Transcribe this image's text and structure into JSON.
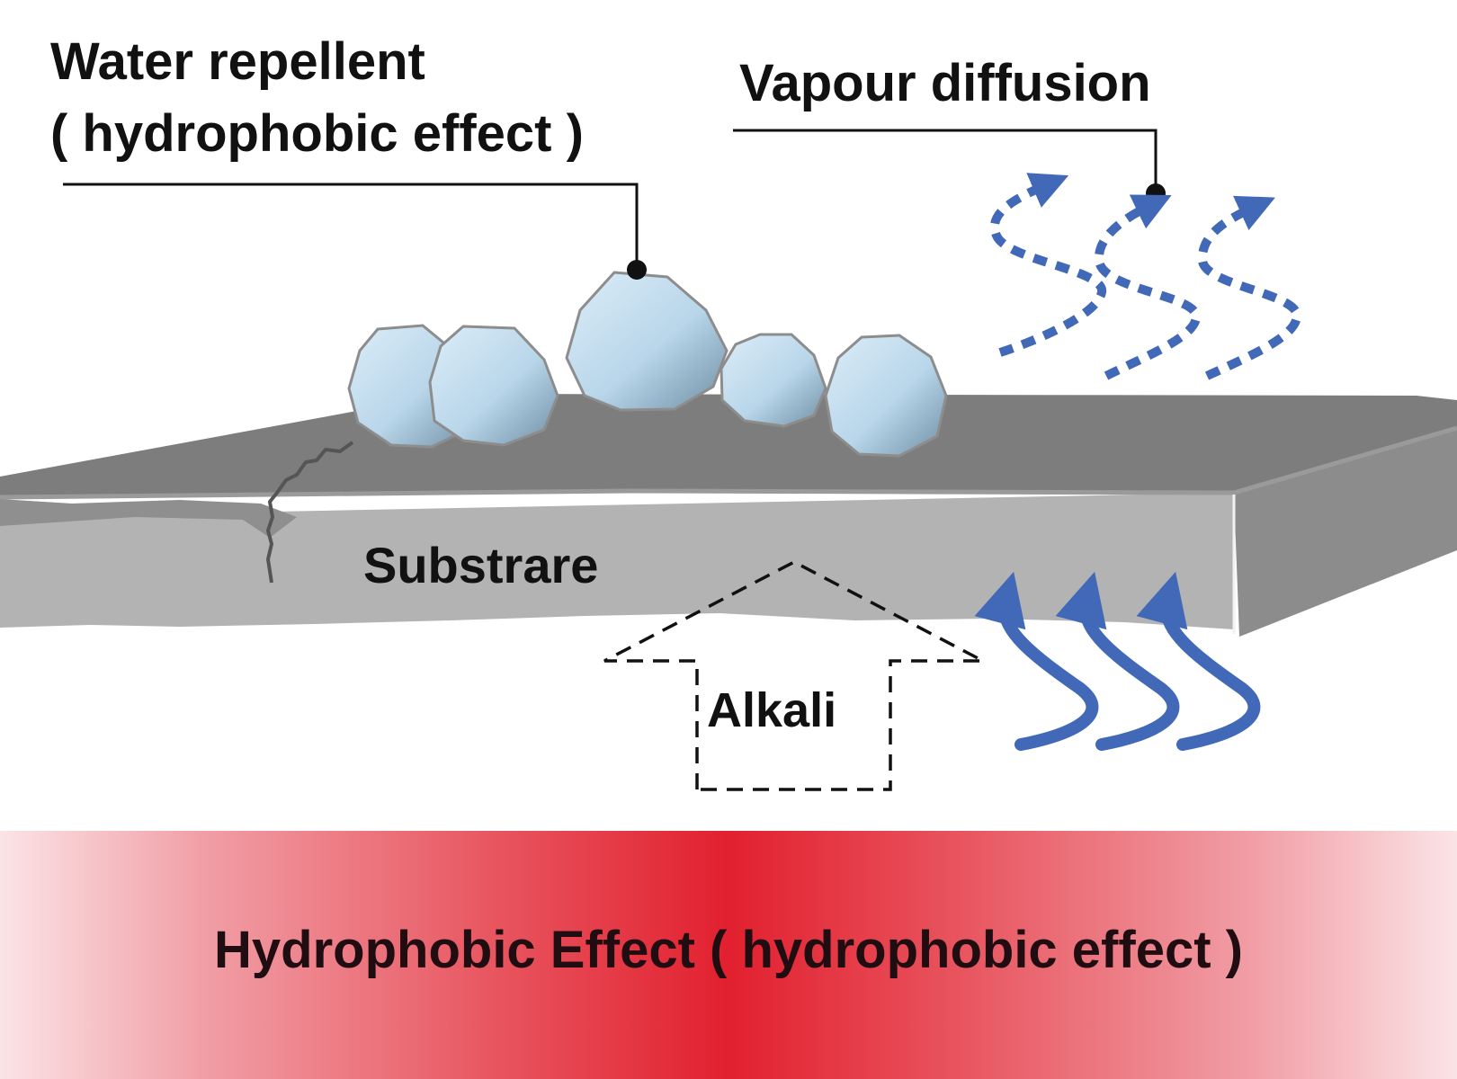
{
  "labels": {
    "water_repellent_line1": "Water repellent",
    "water_repellent_line2": "( hydrophobic effect )",
    "vapour_diffusion": "Vapour diffusion",
    "substrate": "Substrare",
    "alkali": "Alkali"
  },
  "banner": {
    "text": "Hydrophobic Effect ( hydrophobic effect )"
  },
  "colors": {
    "droplet": "#bfdcef",
    "arrow_blue": "#4169b8",
    "slab_top": "#7d7d7d",
    "slab_front": "#b3b3b3",
    "banner_center": "#e2202f"
  }
}
